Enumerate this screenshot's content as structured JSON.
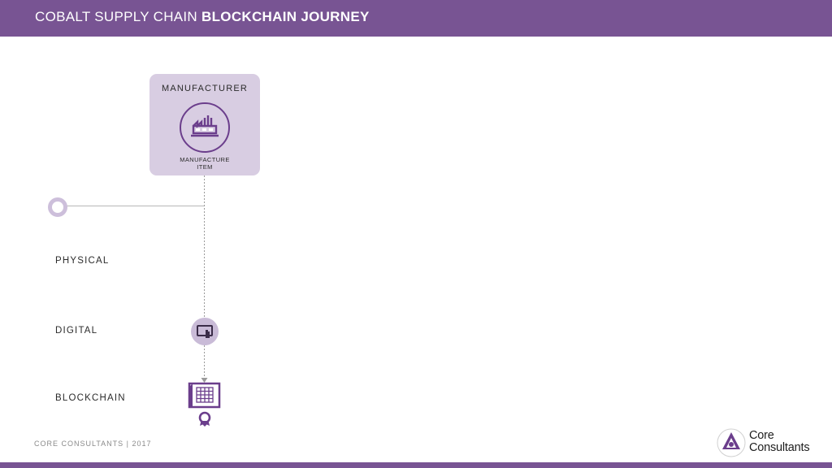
{
  "header": {
    "title_regular": "COBALT SUPPLY CHAIN ",
    "title_bold": "BLOCKCHAIN JOURNEY"
  },
  "manufacturer": {
    "title": "MANUFACTURER",
    "subtitle_line1": "MANUFACTURE",
    "subtitle_line2": "ITEM",
    "icon": "factory-icon"
  },
  "layers": {
    "physical": "PHYSICAL",
    "digital": "DIGITAL",
    "blockchain": "BLOCKCHAIN"
  },
  "digital_node": {
    "icon": "touch-screen-icon"
  },
  "blockchain_node": {
    "icons": [
      "ledger-icon",
      "certificate-badge-icon"
    ]
  },
  "footer": {
    "text": "CORE CONSULTANTS  | 2017"
  },
  "logo": {
    "line1": "Core",
    "line2": "Consultants"
  },
  "colors": {
    "brand_purple": "#785493",
    "card_lavender": "#d8cde2",
    "node_lavender": "#c9bbd7",
    "icon_purple": "#6b3e8c"
  }
}
